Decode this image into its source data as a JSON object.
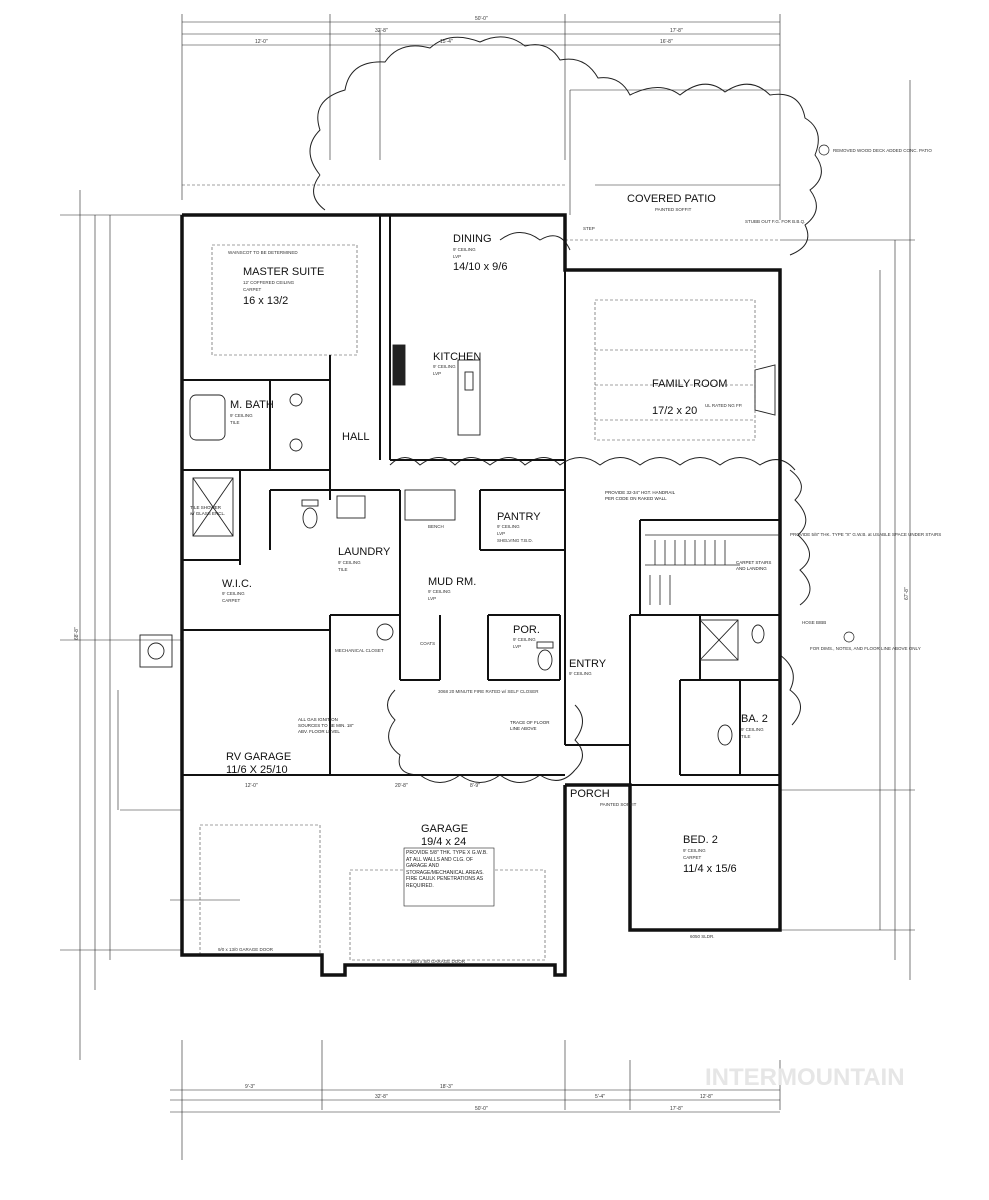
{
  "rooms": {
    "master_suite": {
      "name": "MASTER SUITE",
      "ceiling": "12' COFFERED CEILING",
      "floor": "CARPET",
      "size": "16 x 13/2"
    },
    "dining": {
      "name": "DINING",
      "ceiling": "9' CEILING",
      "floor": "LVP",
      "size": "14/10 x 9/6"
    },
    "covered_patio": {
      "name": "COVERED PATIO",
      "sub": "PAINTED SOFFIT"
    },
    "kitchen": {
      "name": "KITCHEN",
      "ceiling": "9' CEILING",
      "floor": "LVP"
    },
    "family_room": {
      "name": "FAMILY ROOM",
      "size": "17/2 x 20"
    },
    "m_bath": {
      "name": "M. BATH",
      "ceiling": "9' CEILING",
      "floor": "TILE"
    },
    "hall": {
      "name": "HALL"
    },
    "pantry": {
      "name": "PANTRY",
      "ceiling": "9' CEILING",
      "floor": "LVP",
      "sub": "SHELVING T.B.D."
    },
    "laundry": {
      "name": "LAUNDRY",
      "ceiling": "9' CEILING",
      "floor": "TILE"
    },
    "wic": {
      "name": "W.I.C.",
      "ceiling": "9' CEILING",
      "floor": "CARPET"
    },
    "mud_rm": {
      "name": "MUD RM.",
      "ceiling": "9' CEILING",
      "floor": "LVP"
    },
    "por": {
      "name": "POR.",
      "ceiling": "9' CEILING",
      "floor": "LVP"
    },
    "entry": {
      "name": "ENTRY",
      "ceiling": "9' CEILING"
    },
    "ba2": {
      "name": "BA. 2",
      "ceiling": "9' CEILING",
      "floor": "TILE"
    },
    "rv_garage": {
      "name": "RV GARAGE",
      "size": "11/6 X 25/10"
    },
    "garage": {
      "name": "GARAGE",
      "size": "19/4 x 24"
    },
    "porch": {
      "name": "PORCH",
      "sub": "PAINTED SOFFIT"
    },
    "bed2": {
      "name": "BED. 2",
      "ceiling": "9' CEILING",
      "floor": "CARPET",
      "size": "11/4 x 15/6"
    }
  },
  "dims": {
    "top_overall": "50'-0\"",
    "top_left": "32'-8\"",
    "top_right": "17'-8\"",
    "top_a": "12'-0\"",
    "top_b": "15'-4\"",
    "top_c": "16'-8\"",
    "bottom_overall": "50'-0\"",
    "bottom_left": "32'-8\"",
    "bottom_right": "17'-8\"",
    "bottom_a": "9'-3\"",
    "bottom_b": "18'-3\"",
    "bottom_c": "5'-4\"",
    "bottom_d": "12'-8\"",
    "left_overall": "68'-8\"",
    "right_overall": "67'-8\"",
    "rv_width": "12'-0\"",
    "garage_left": "20'-8\"",
    "garage_right": "8'-9\""
  },
  "doors": {
    "rv": "9/0 x 13/0 GARAGE DOOR",
    "garage": "16/0 x 8/0 GARAGE DOOR",
    "fire": "3068 20 MINUTE FIRE RATED w/ SELF CLOSER",
    "bed2_window": "6050 SLDR."
  },
  "notes": {
    "removed": "REMOVED WOOD DECK ADDED CONC. PATIO",
    "stub": "STUBB OUT F.G. FOR B.B.Q.",
    "stairs": "PROVIDE 5/8\" THK. TYPE \"X\" G.W.B. at USABLE SPACE UNDER STAIRS",
    "dims_note": "FOR DIMS., NOTES, AND FLOOR LINE ABOVE ONLY",
    "garage_fire": "PROVIDE 5/8\" THK. TYPE X G.W.B. AT ALL WALLS AND CLG. OF GARAGE AND STORAGE/MECHANICAL AREAS. FIRE CAULK PENETRATIONS AS REQUIRED.",
    "ignition": "ALL GAS IGNITION SOURCES TO BE MIN. 18\" ABV. FLOOR LEVEL",
    "handrail": "PROVIDE 32-34\" HGT. HANDRAIL PER CODE ON RAKED WALL",
    "trace": "TRACE OF FLOOR LINE ABOVE",
    "carpet_stairs": "CARPET STAIRS AND LANDING",
    "wainscot": "WAINSCOT TO BE DETERMINED",
    "mech": "MECHANICAL CLOSET",
    "coats": "COATS",
    "bench": "BENCH",
    "hose": "HOSE BIBB",
    "fireplace": "UL RATED NG FP.",
    "step": "STEP",
    "tile_shower": "TILE SHOWER w/ GLASS ENCL."
  },
  "watermark": "INTERMOUNTAIN"
}
